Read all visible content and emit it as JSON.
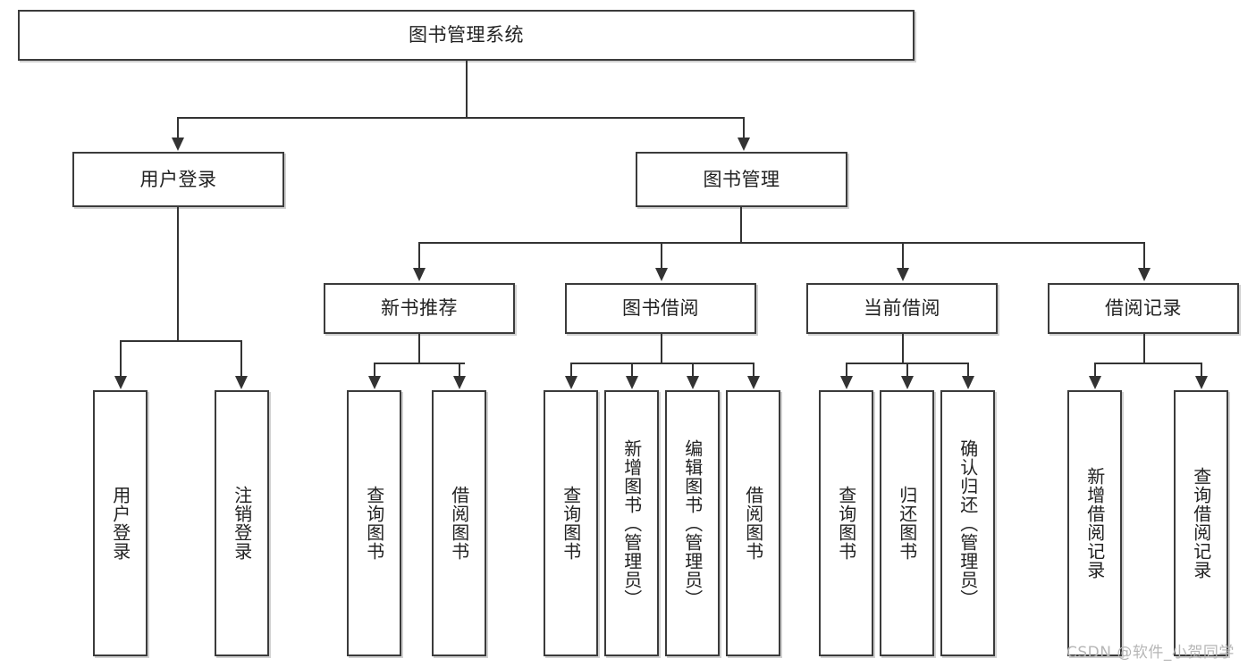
{
  "diagram": {
    "type": "tree-hierarchy",
    "title": "图书管理系统",
    "root": {
      "id": "root",
      "label": "图书管理系统"
    },
    "level2": [
      {
        "id": "user-login",
        "label": "用户登录"
      },
      {
        "id": "book-manage",
        "label": "图书管理"
      }
    ],
    "level3": [
      {
        "id": "new-book-recommend",
        "label": "新书推荐",
        "parent": "book-manage"
      },
      {
        "id": "book-borrow",
        "label": "图书借阅",
        "parent": "book-manage"
      },
      {
        "id": "current-borrow",
        "label": "当前借阅",
        "parent": "book-manage"
      },
      {
        "id": "borrow-record",
        "label": "借阅记录",
        "parent": "book-manage"
      }
    ],
    "leaves": {
      "user-login": [
        {
          "id": "leaf-user-login",
          "label": "用户登录"
        },
        {
          "id": "leaf-user-logout",
          "label": "注销登录"
        }
      ],
      "new-book-recommend": [
        {
          "id": "leaf-query-book-1",
          "label": "查询图书"
        },
        {
          "id": "leaf-borrow-book-1",
          "label": "借阅图书"
        }
      ],
      "book-borrow": [
        {
          "id": "leaf-query-book-2",
          "label": "查询图书"
        },
        {
          "id": "leaf-add-book",
          "label": "新增图书（管理员）"
        },
        {
          "id": "leaf-edit-book",
          "label": "编辑图书（管理员）"
        },
        {
          "id": "leaf-borrow-book-2",
          "label": "借阅图书"
        }
      ],
      "current-borrow": [
        {
          "id": "leaf-query-book-3",
          "label": "查询图书"
        },
        {
          "id": "leaf-return-book",
          "label": "归还图书"
        },
        {
          "id": "leaf-confirm-return",
          "label": "确认归还（管理员）"
        }
      ],
      "borrow-record": [
        {
          "id": "leaf-add-record",
          "label": "新增借阅记录"
        },
        {
          "id": "leaf-query-record",
          "label": "查询借阅记录"
        }
      ]
    }
  },
  "watermark": {
    "text": "CSDN @软件_小贺同学"
  },
  "colors": {
    "box_border": "#3b3b3b",
    "connector": "#333333",
    "text": "#222222",
    "background": "#ffffff",
    "watermark": "#b6b6b6"
  }
}
